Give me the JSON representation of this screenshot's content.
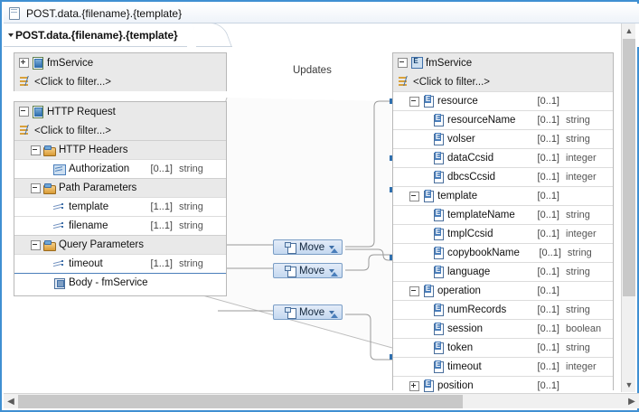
{
  "window": {
    "title": "POST.data.{filename}.{template}",
    "title_icon": "document-icon"
  },
  "editor_tab": {
    "label": "POST.data.{filename}.{template}",
    "caret_icon": "chevron-down-icon"
  },
  "toolbar": {
    "buttons": [
      {
        "name": "add-mapping-icon",
        "enabled": false
      },
      {
        "name": "remove-mapping-icon",
        "enabled": false
      },
      {
        "name": "split-mapping-icon",
        "enabled": false
      },
      {
        "name": "edit-mapping-icon",
        "enabled": false
      },
      {
        "name": "delete-mapping-icon",
        "enabled": false
      },
      {
        "name": "separator"
      },
      {
        "name": "show-all-icon",
        "enabled": false
      },
      {
        "name": "hide-all-icon",
        "enabled": false
      },
      {
        "name": "auto-map-icon",
        "enabled": false
      },
      {
        "name": "separator"
      },
      {
        "name": "sort-ascending-icon",
        "enabled": false
      },
      {
        "name": "sort-descending-icon",
        "enabled": false
      },
      {
        "name": "filter-settings-icon",
        "enabled": false
      }
    ]
  },
  "canvas": {
    "center_label": "Updates",
    "move_nodes": [
      {
        "label": "Move",
        "caret_icon": "chevron-down-icon",
        "expand_icon": "triangle-up-icon"
      },
      {
        "label": "Move",
        "caret_icon": "chevron-down-icon",
        "expand_icon": "triangle-up-icon"
      },
      {
        "label": "Move",
        "caret_icon": "chevron-down-icon",
        "expand_icon": "triangle-up-icon"
      }
    ]
  },
  "source_top_panel": {
    "root": {
      "label": "fmService",
      "icon": "message-icon",
      "expander": "plus"
    },
    "filter": {
      "label": "<Click to filter...>",
      "icon": "filter-icon"
    }
  },
  "source_panel": {
    "root": {
      "label": "HTTP Request",
      "icon": "message-icon",
      "expander": "minus"
    },
    "filter": {
      "label": "<Click to filter...>",
      "icon": "filter-icon"
    },
    "rows": [
      {
        "label": "HTTP Headers",
        "cardinality": "",
        "type": "",
        "icon": "folder-icon",
        "expander": "minus",
        "indent": 1,
        "band": true
      },
      {
        "label": "Authorization",
        "cardinality": "[0..1]",
        "type": "string",
        "icon": "attribute-box-icon",
        "expander": "none",
        "indent": 2,
        "band": false
      },
      {
        "label": "Path Parameters",
        "cardinality": "",
        "type": "",
        "icon": "folder-icon",
        "expander": "minus",
        "indent": 1,
        "band": true
      },
      {
        "label": "template",
        "cardinality": "[1..1]",
        "type": "string",
        "icon": "attribute-icon",
        "expander": "none",
        "indent": 2,
        "band": false
      },
      {
        "label": "filename",
        "cardinality": "[1..1]",
        "type": "string",
        "icon": "attribute-icon",
        "expander": "none",
        "indent": 2,
        "band": false
      },
      {
        "label": "Query Parameters",
        "cardinality": "",
        "type": "",
        "icon": "folder-icon",
        "expander": "minus",
        "indent": 1,
        "band": true
      },
      {
        "label": "timeout",
        "cardinality": "[1..1]",
        "type": "string",
        "icon": "attribute-icon",
        "expander": "none",
        "indent": 2,
        "band": false
      },
      {
        "label": "Body - fmService",
        "cardinality": "",
        "type": "",
        "icon": "body-icon",
        "expander": "none",
        "indent": 2,
        "band": false,
        "selected_top": true
      }
    ]
  },
  "target_panel": {
    "root": {
      "label": "fmService",
      "icon": "service-icon",
      "expander": "minus"
    },
    "filter": {
      "label": "<Click to filter...>",
      "icon": "filter-icon"
    },
    "rows": [
      {
        "label": "resource",
        "cardinality": "[0..1]",
        "type": "",
        "icon": "element-icon",
        "expander": "minus",
        "indent": 1
      },
      {
        "label": "resourceName",
        "cardinality": "[0..1]",
        "type": "string",
        "icon": "element-icon",
        "expander": "none",
        "indent": 2
      },
      {
        "label": "volser",
        "cardinality": "[0..1]",
        "type": "string",
        "icon": "element-icon",
        "expander": "none",
        "indent": 2
      },
      {
        "label": "dataCcsid",
        "cardinality": "[0..1]",
        "type": "integer",
        "icon": "element-icon",
        "expander": "none",
        "indent": 2
      },
      {
        "label": "dbcsCcsid",
        "cardinality": "[0..1]",
        "type": "integer",
        "icon": "element-icon",
        "expander": "none",
        "indent": 2
      },
      {
        "label": "template",
        "cardinality": "[0..1]",
        "type": "",
        "icon": "element-icon",
        "expander": "minus",
        "indent": 1
      },
      {
        "label": "templateName",
        "cardinality": "[0..1]",
        "type": "string",
        "icon": "element-icon",
        "expander": "none",
        "indent": 2
      },
      {
        "label": "tmplCcsid",
        "cardinality": "[0..1]",
        "type": "integer",
        "icon": "element-icon",
        "expander": "none",
        "indent": 2
      },
      {
        "label": "copybookName",
        "cardinality": "[0..1]",
        "type": "string",
        "icon": "element-icon",
        "expander": "none",
        "indent": 2
      },
      {
        "label": "language",
        "cardinality": "[0..1]",
        "type": "string",
        "icon": "element-icon",
        "expander": "none",
        "indent": 2
      },
      {
        "label": "operation",
        "cardinality": "[0..1]",
        "type": "",
        "icon": "element-icon",
        "expander": "minus",
        "indent": 1
      },
      {
        "label": "numRecords",
        "cardinality": "[0..1]",
        "type": "string",
        "icon": "element-icon",
        "expander": "none",
        "indent": 2
      },
      {
        "label": "session",
        "cardinality": "[0..1]",
        "type": "boolean",
        "icon": "element-icon",
        "expander": "none",
        "indent": 2
      },
      {
        "label": "token",
        "cardinality": "[0..1]",
        "type": "string",
        "icon": "element-icon",
        "expander": "none",
        "indent": 2
      },
      {
        "label": "timeout",
        "cardinality": "[0..1]",
        "type": "integer",
        "icon": "element-icon",
        "expander": "none",
        "indent": 2
      },
      {
        "label": "position",
        "cardinality": "[0..1]",
        "type": "",
        "icon": "element-icon",
        "expander": "plus",
        "indent": 1
      }
    ]
  },
  "scrollbars": {
    "vertical": {
      "up_icon": "chevron-up-icon",
      "down_icon": "chevron-down-icon"
    },
    "horizontal": {
      "left_icon": "chevron-left-icon",
      "right_icon": "chevron-right-icon"
    }
  },
  "colors": {
    "accent": "#3f8fd2",
    "node_fill": "#c4d8f0",
    "node_border": "#7b9ec6",
    "band": "#e9e9e9",
    "connector": "#9a9a9a",
    "anchor": "#2f6fae"
  }
}
